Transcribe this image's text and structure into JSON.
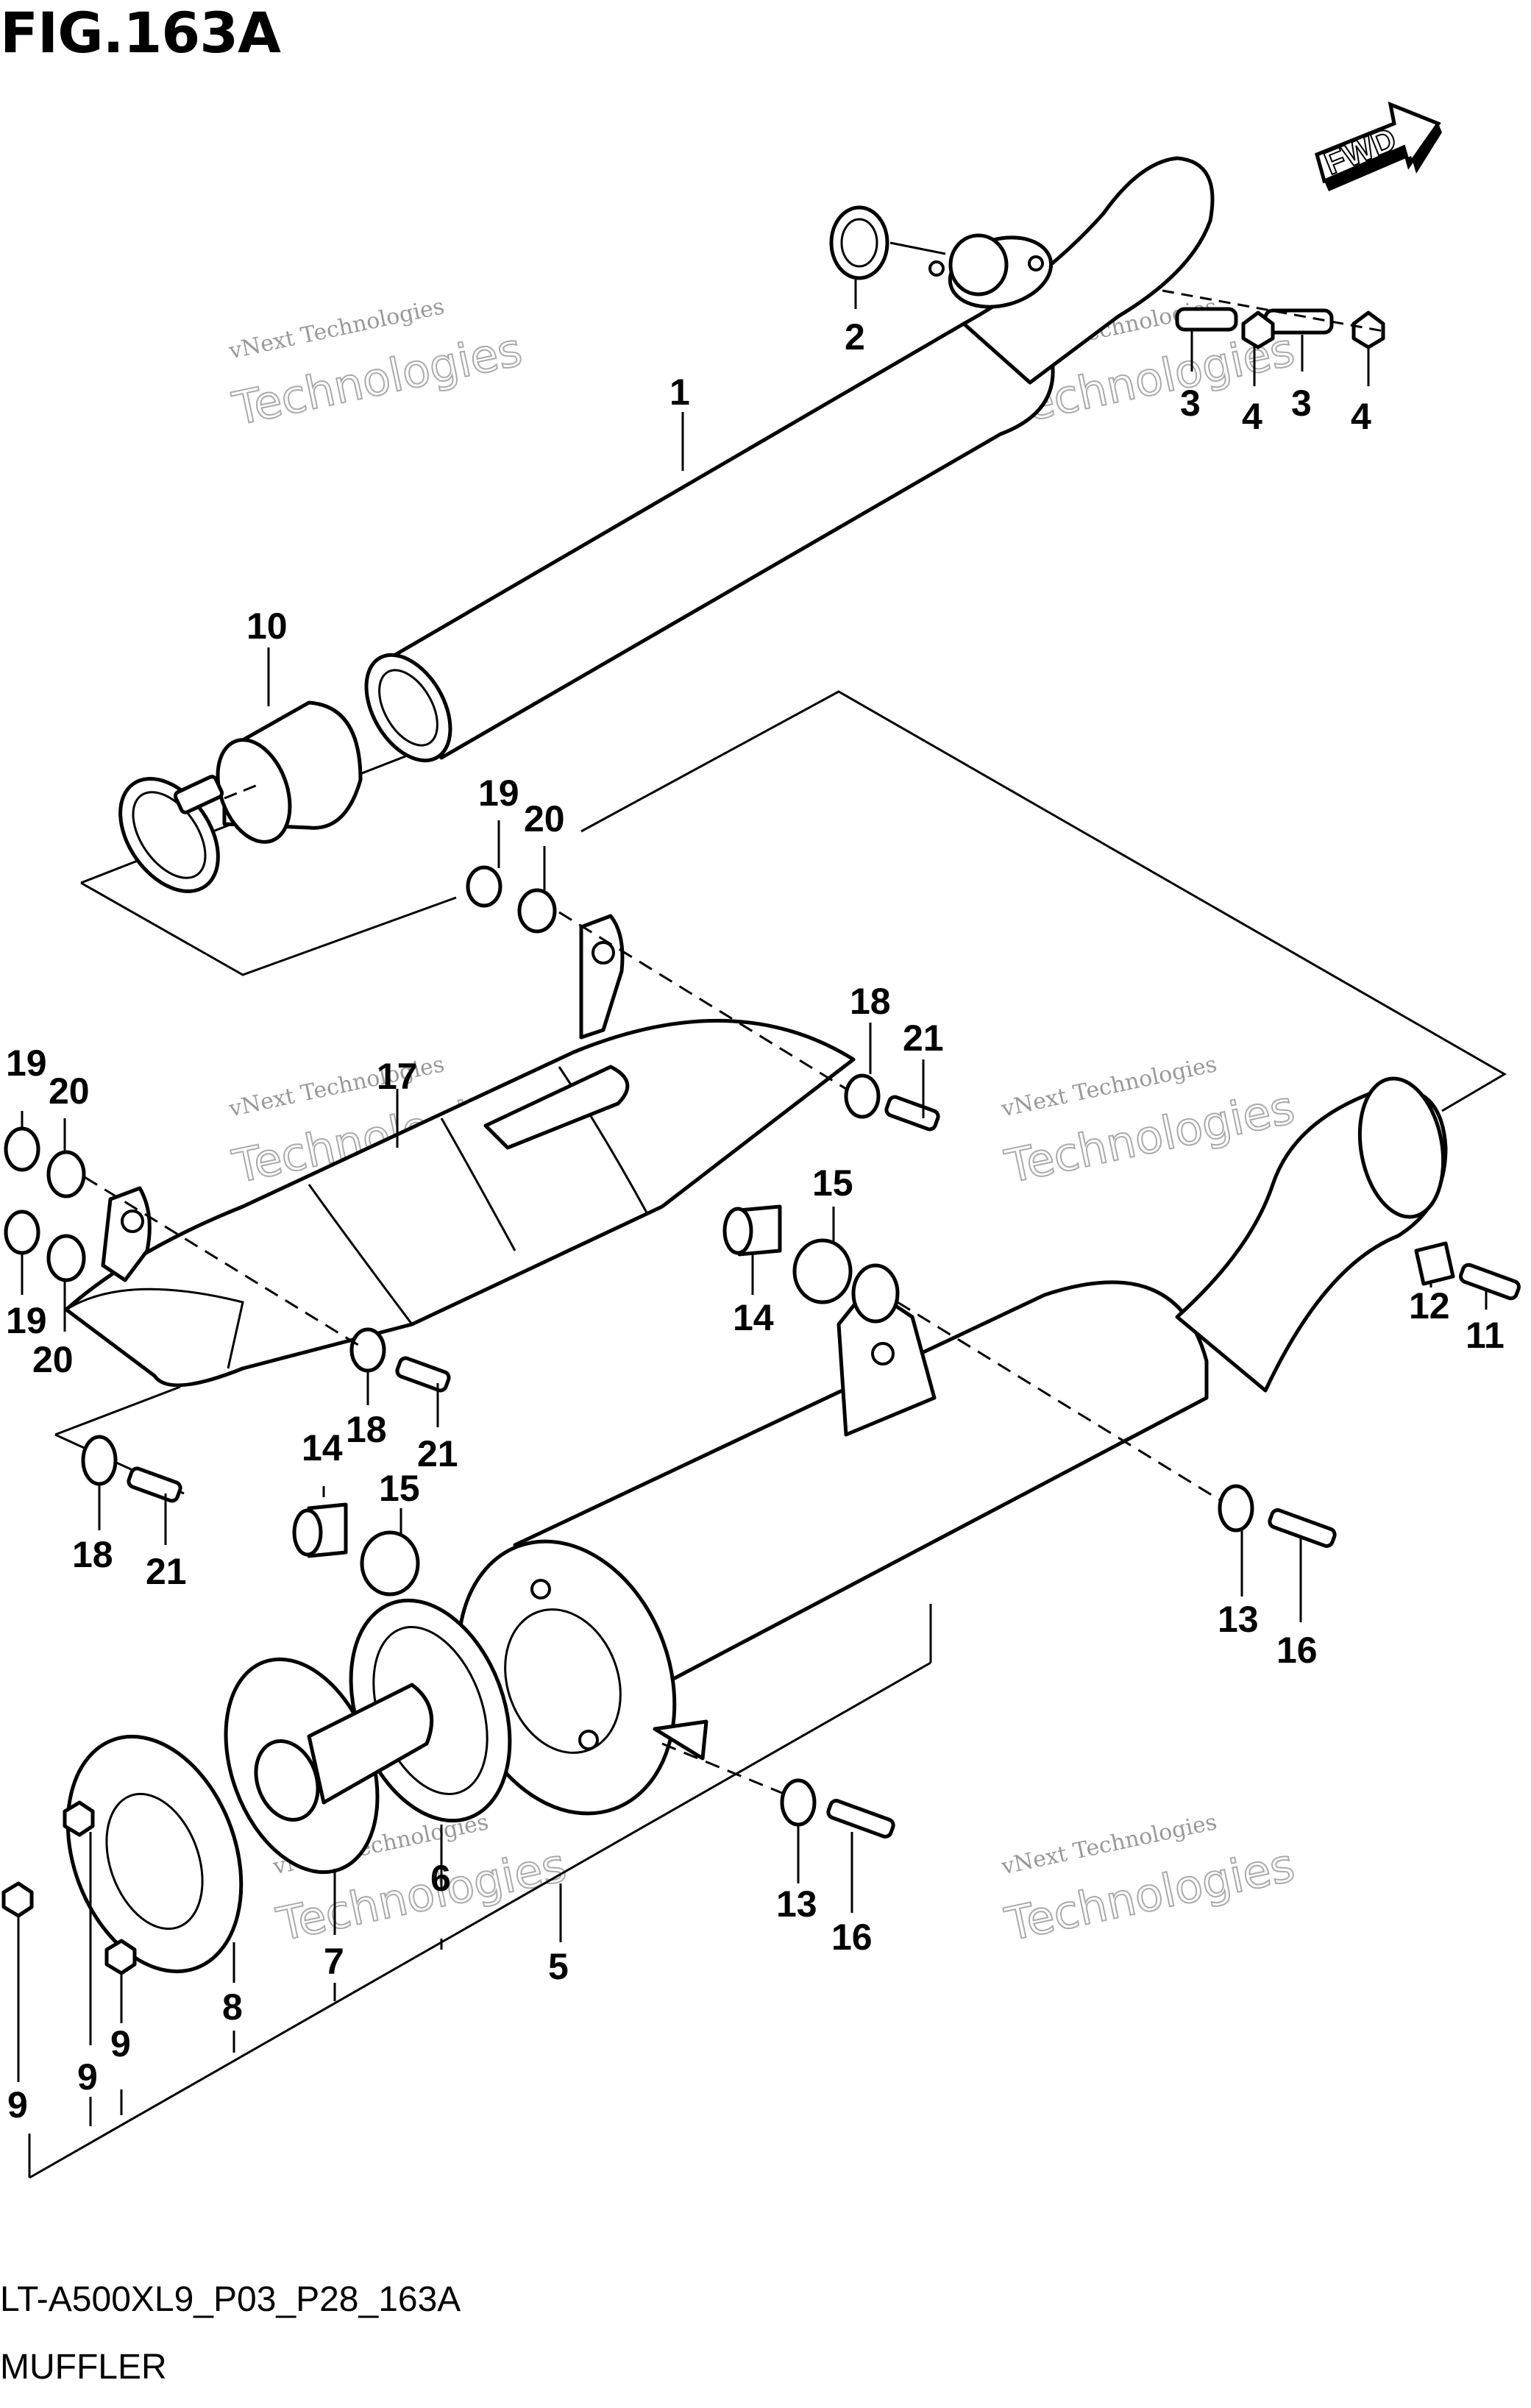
{
  "figure": {
    "title": "FIG.163A",
    "code": "LT-A500XL9_P03_P28_163A",
    "name": "MUFFLER",
    "fwd_label": "FWD"
  },
  "watermark": {
    "line1": "vNext Technologies",
    "line2": "vNext",
    "line3": "Technologies"
  },
  "callouts": {
    "c1": "1",
    "c2": "2",
    "c3a": "3",
    "c3b": "3",
    "c4a": "4",
    "c4b": "4",
    "c5": "5",
    "c6": "6",
    "c7": "7",
    "c8": "8",
    "c9a": "9",
    "c9b": "9",
    "c9c": "9",
    "c10": "10",
    "c11": "11",
    "c12": "12",
    "c13a": "13",
    "c13b": "13",
    "c14a": "14",
    "c14b": "14",
    "c15a": "15",
    "c15b": "15",
    "c16a": "16",
    "c16b": "16",
    "c17": "17",
    "c18a": "18",
    "c18b": "18",
    "c18c": "18",
    "c19a": "19",
    "c19b": "19",
    "c19c": "19",
    "c20a": "20",
    "c20b": "20",
    "c20c": "20",
    "c21a": "21",
    "c21b": "21",
    "c21c": "21"
  },
  "parts": [
    {
      "no": "1",
      "icon": "exhaust-pipe-icon"
    },
    {
      "no": "2",
      "icon": "gasket-icon"
    },
    {
      "no": "3",
      "icon": "stud-bolt-icon"
    },
    {
      "no": "4",
      "icon": "nut-icon"
    },
    {
      "no": "5",
      "icon": "muffler-icon"
    },
    {
      "no": "6",
      "icon": "muffler-gasket-icon"
    },
    {
      "no": "7",
      "icon": "spark-arrester-icon"
    },
    {
      "no": "8",
      "icon": "end-cap-icon"
    },
    {
      "no": "9",
      "icon": "bolt-icon"
    },
    {
      "no": "10",
      "icon": "connector-icon"
    },
    {
      "no": "11",
      "icon": "bolt-icon"
    },
    {
      "no": "12",
      "icon": "collar-icon"
    },
    {
      "no": "13",
      "icon": "washer-icon"
    },
    {
      "no": "14",
      "icon": "collar-icon"
    },
    {
      "no": "15",
      "icon": "cushion-icon"
    },
    {
      "no": "16",
      "icon": "bolt-icon"
    },
    {
      "no": "17",
      "icon": "heat-shield-icon"
    },
    {
      "no": "18",
      "icon": "washer-icon"
    },
    {
      "no": "19",
      "icon": "washer-icon"
    },
    {
      "no": "20",
      "icon": "cushion-icon"
    },
    {
      "no": "21",
      "icon": "bolt-icon"
    }
  ]
}
